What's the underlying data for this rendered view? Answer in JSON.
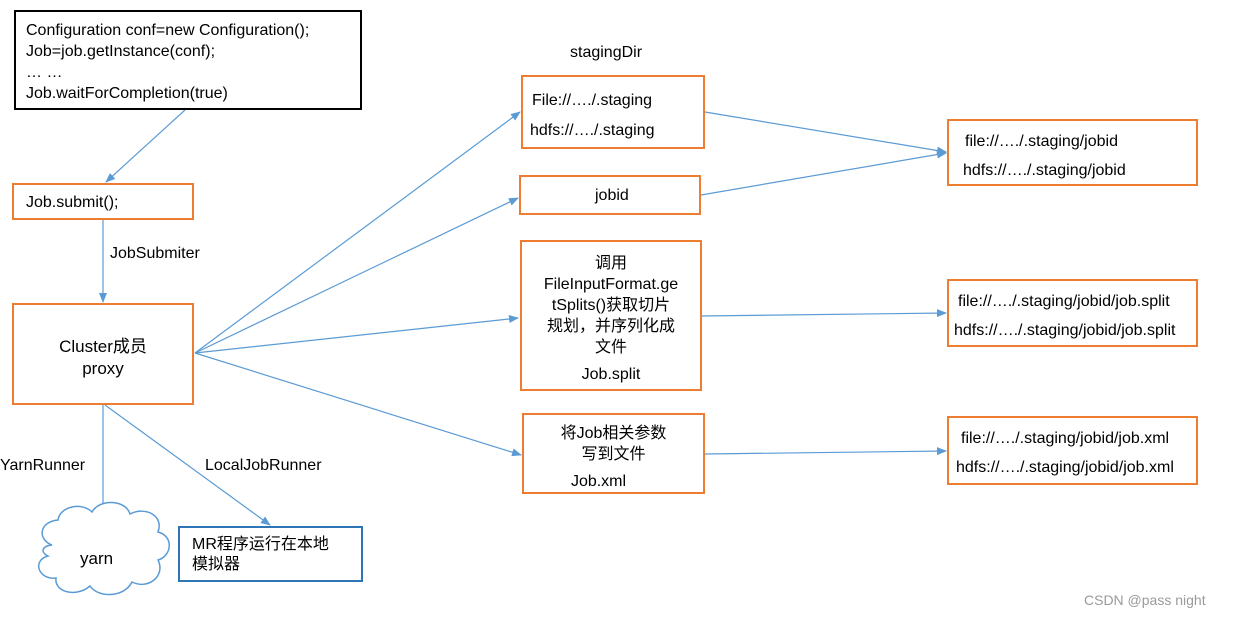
{
  "code_box": {
    "lines": [
      "Configuration conf=new Configuration();",
      "Job=job.getInstance(conf);",
      "… …",
      "Job.waitForCompletion(true)"
    ]
  },
  "submit_box": {
    "label": "Job.submit();"
  },
  "job_submitter_label": "JobSubmiter",
  "cluster_box": {
    "line1": "Cluster成员",
    "line2": "proxy"
  },
  "yarn_runner_label": "YarnRunner",
  "local_job_runner_label": "LocalJobRunner",
  "yarn_cloud": {
    "label": "yarn"
  },
  "mr_local_box": {
    "line1": "MR程序运行在本地",
    "line2": "模拟器"
  },
  "staging_dir_label": "stagingDir",
  "staging_box": {
    "line1": "File://…./.staging",
    "line2": "hdfs://…./.staging"
  },
  "jobid_box": {
    "label": "jobid"
  },
  "split_box": {
    "lines": [
      "调用",
      "FileInputFormat.ge",
      "tSplits()获取切片",
      "规划，并序列化成",
      "文件"
    ],
    "file": "Job.split"
  },
  "xml_box": {
    "lines": [
      "将Job相关参数",
      "写到文件"
    ],
    "file": "Job.xml"
  },
  "staging_jobid_box": {
    "line1": "file://…./.staging/jobid",
    "line2": "hdfs://…./.staging/jobid"
  },
  "split_path_box": {
    "line1": "file://…./.staging/jobid/job.split",
    "line2": "hdfs://…./.staging/jobid/job.split"
  },
  "xml_path_box": {
    "line1": "file://…./.staging/jobid/job.xml",
    "line2": "hdfs://…./.staging/jobid/job.xml"
  },
  "watermark": "CSDN @pass night",
  "colors": {
    "box_border": "#ED7D31",
    "arrow": "#5B9BD5",
    "local_box_border": "#2E75B6"
  }
}
